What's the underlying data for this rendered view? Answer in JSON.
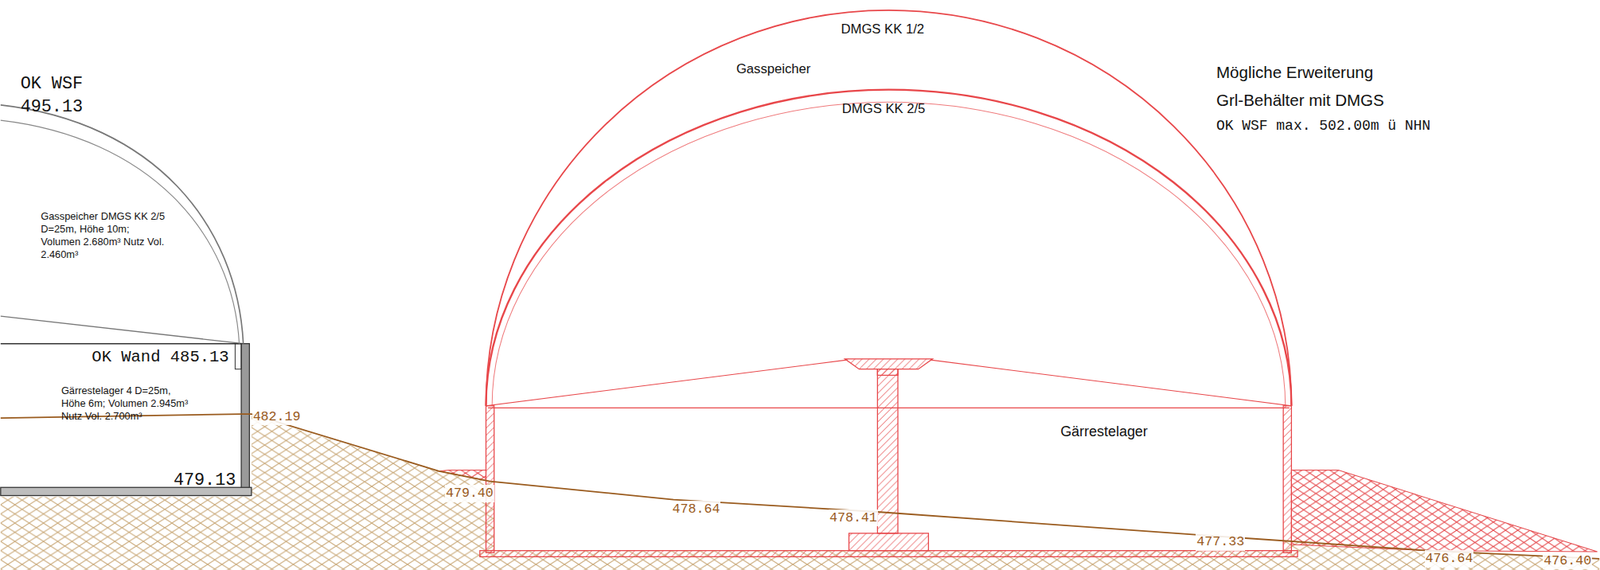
{
  "diagram": {
    "nodes": [
      {
        "text": [
          "Gasspeicher DMGS KK 2/5 D=25m, Höhe 10m; Volumen 2.680m³ Nutz Vol. 2.460m³"
        ]
      },
      {
        "text": [
          "Gärrestelager 4 D=25m, Höhe 6m; Volumen 2.945m³ Nutz Vol. 2.700m³"
        ]
      },
      {
        "text": [
          "DMGS KK 1/2",
          "Gasspeicher",
          "DMGS KK 2/5"
        ]
      },
      {
        "text": [
          "Gärrestelager"
        ]
      }
    ],
    "labels": [
      "OK WSF 495.13",
      "OK Wand 485.13",
      "479.13",
      "482.19",
      "479.40",
      "478.64",
      "478.41",
      "477.33",
      "476.64",
      "476.40",
      "Mögliche Erweiterung",
      "Grl-Behälter mit DMGS",
      "OK WSF max. 502.00m ü NHN"
    ]
  }
}
